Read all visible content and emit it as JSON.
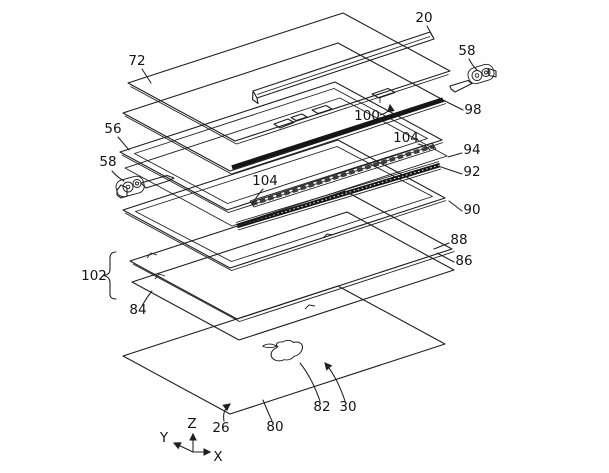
{
  "figure": {
    "background_color": "#ffffff",
    "line_color": "#1f1f1f",
    "part_labels": [
      "20",
      "58",
      "72",
      "98",
      "100",
      "56",
      "104",
      "94",
      "58",
      "92",
      "104",
      "90",
      "88",
      "86",
      "102",
      "84",
      "26",
      "80",
      "82",
      "30"
    ],
    "axes": {
      "x": "X",
      "y": "Y",
      "z": "Z"
    }
  }
}
